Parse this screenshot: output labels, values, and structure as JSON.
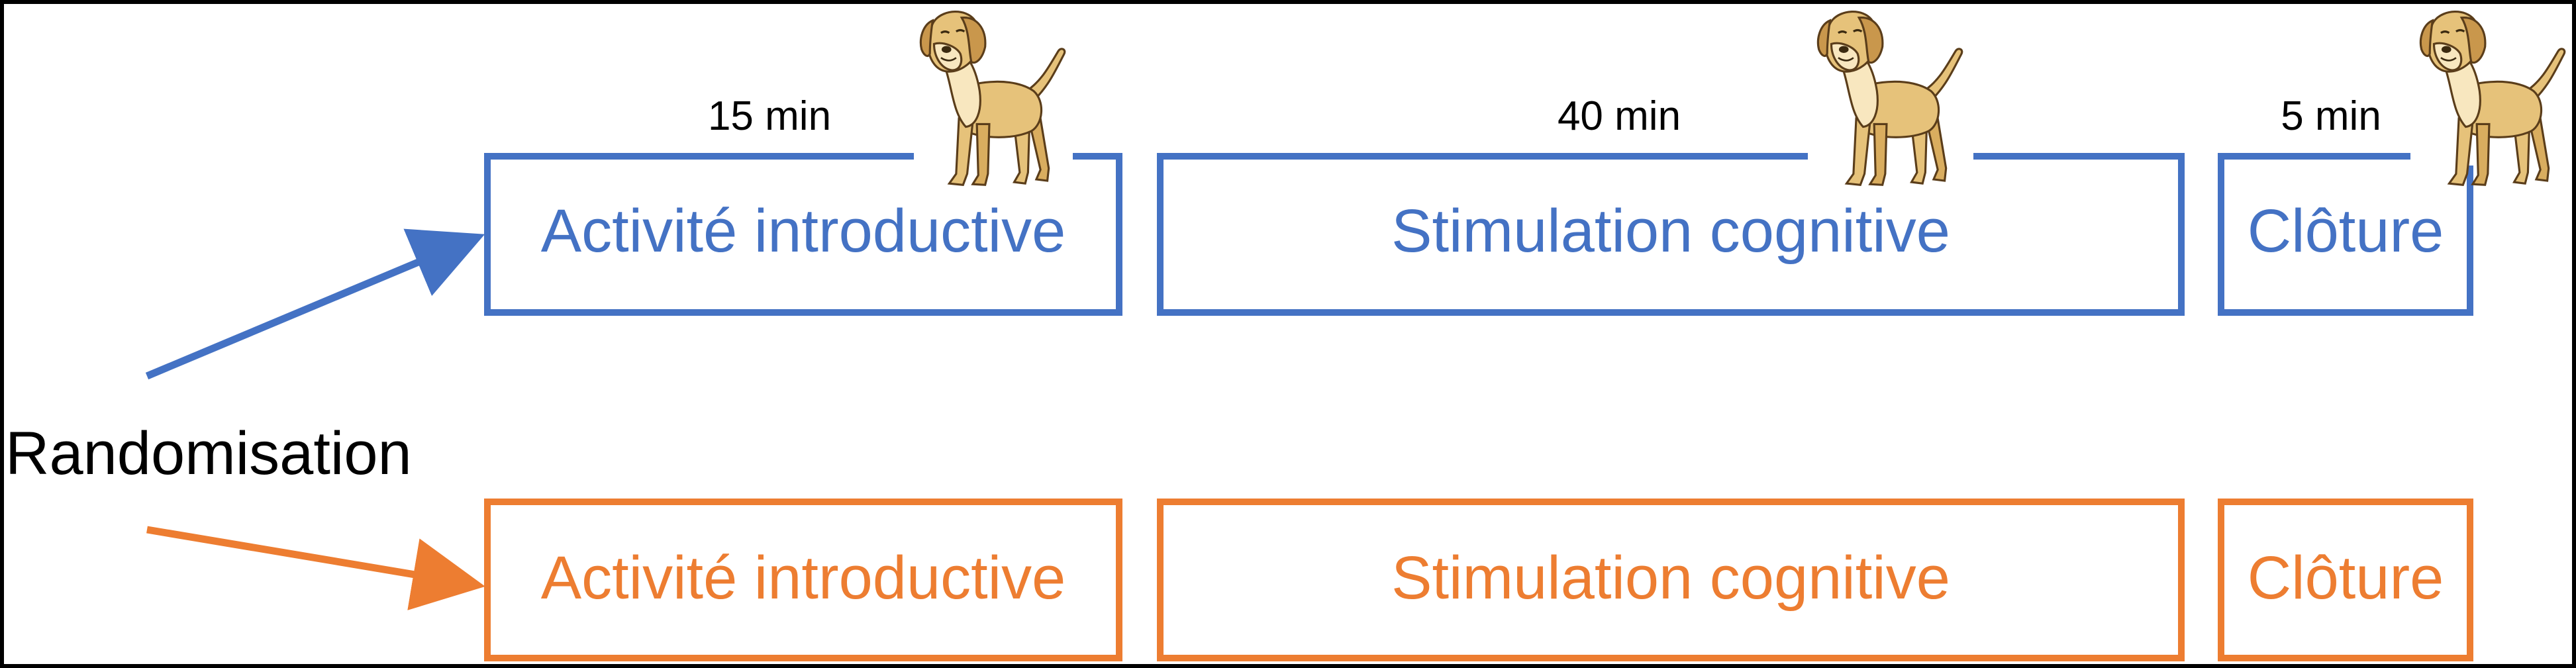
{
  "randomisation_label": "Randomisation",
  "colors": {
    "group_1": "#4472c4",
    "group_2": "#ed7d31",
    "frame": "#000000",
    "dog_body": "#e6c27a",
    "dog_chest": "#f8e7bf",
    "dog_outline": "#5a3d1a"
  },
  "groups": [
    {
      "color": "#4472c4",
      "with_dog": true,
      "phases": [
        {
          "label": "Activité introductive",
          "duration": "15 min"
        },
        {
          "label": "Stimulation cognitive",
          "duration": "40 min"
        },
        {
          "label": "Clôture",
          "duration": "5 min"
        }
      ]
    },
    {
      "color": "#ed7d31",
      "with_dog": false,
      "phases": [
        {
          "label": "Activité introductive"
        },
        {
          "label": "Stimulation cognitive"
        },
        {
          "label": "Clôture"
        }
      ]
    }
  ],
  "icons": [
    "dog-icon"
  ]
}
